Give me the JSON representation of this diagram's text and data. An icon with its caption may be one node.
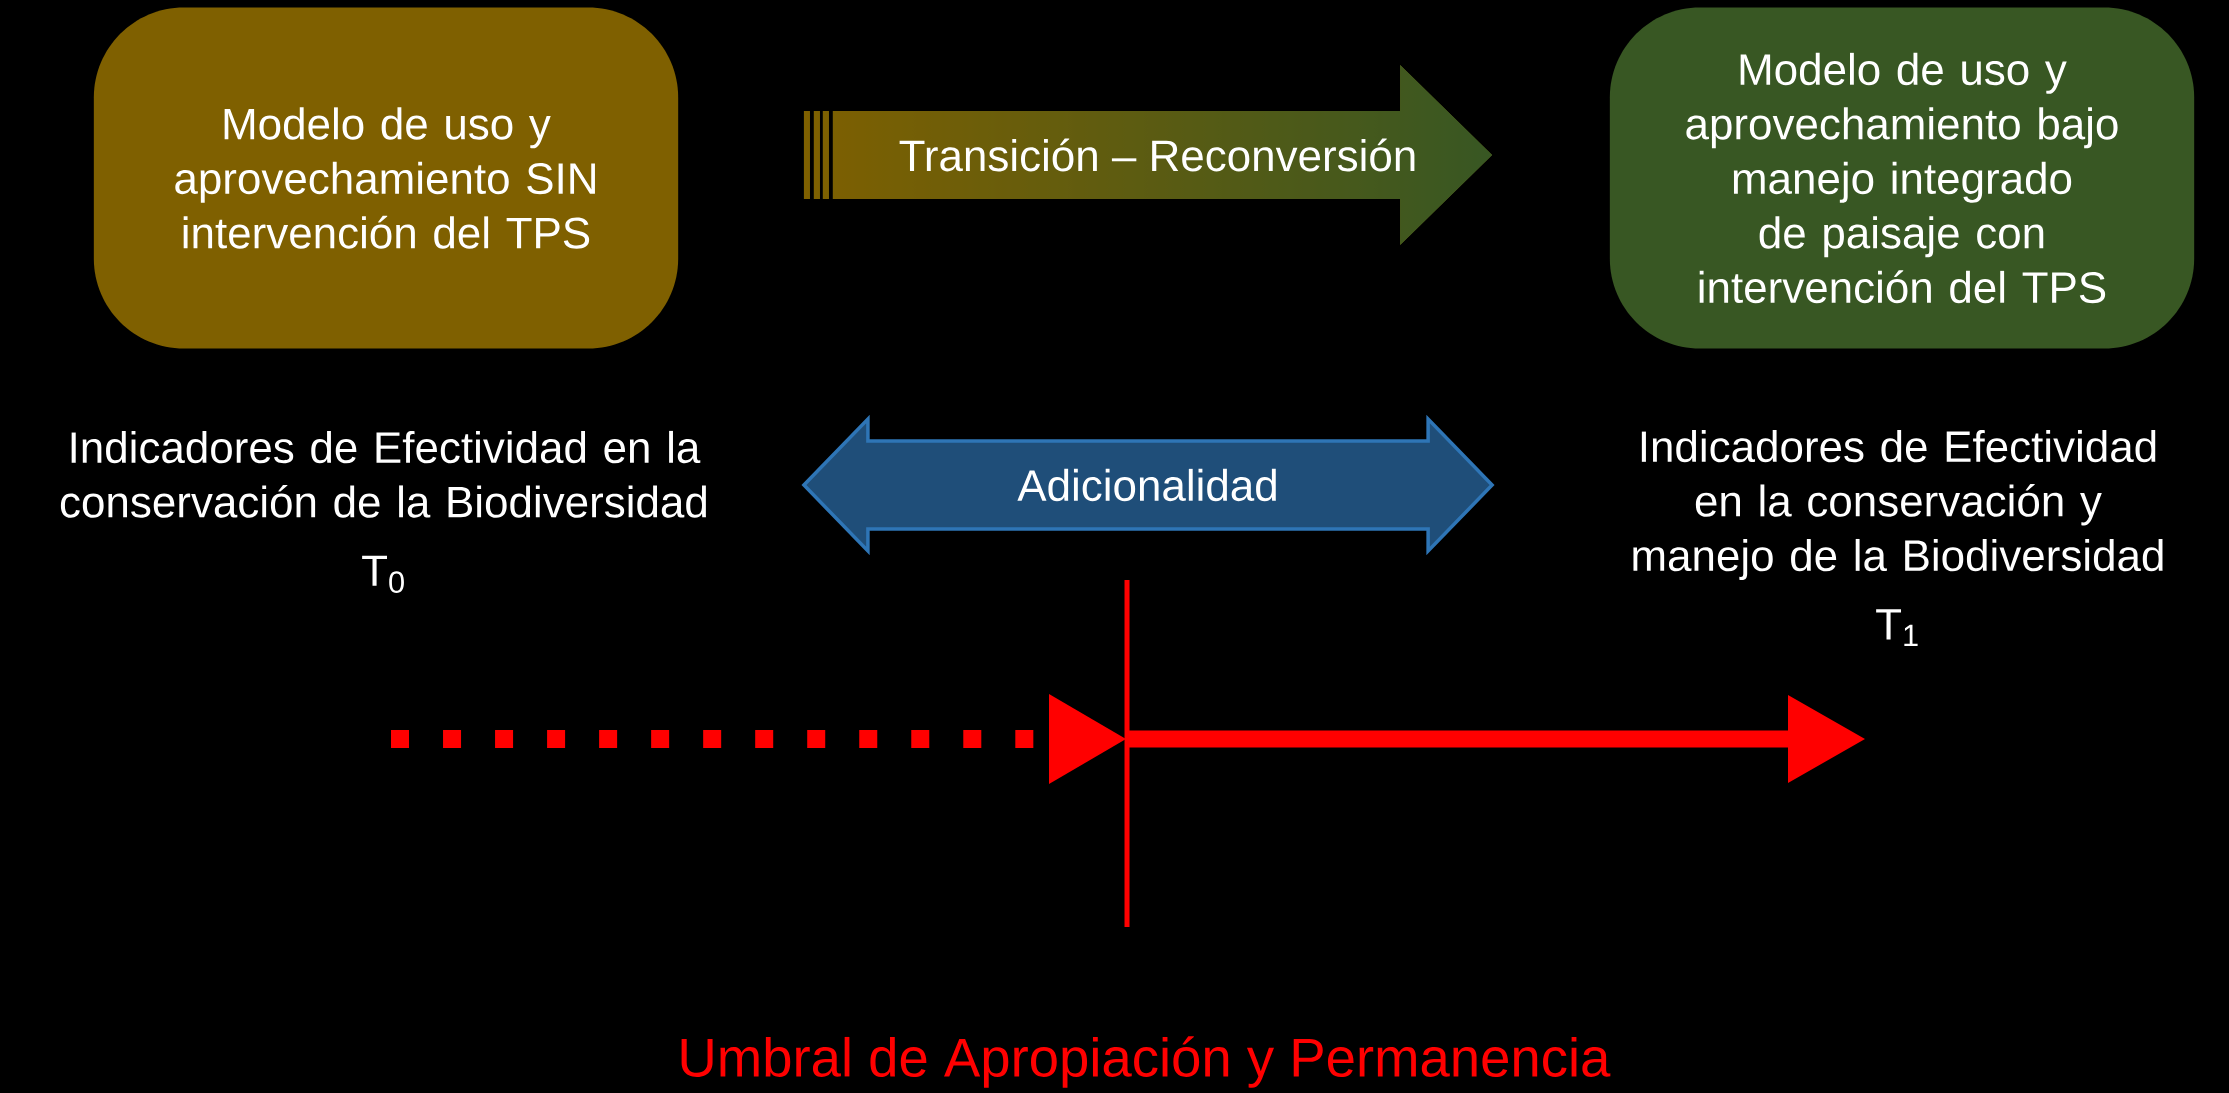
{
  "diagram": {
    "nodes": [
      {
        "text": [
          "Modelo de uso y aprovechamiento SIN intervención del TPS"
        ]
      },
      {
        "text": [
          "Modelo de uso y aprovechamiento bajo manejo integrado de paisaje con intervención del TPS"
        ]
      },
      {
        "text": [
          "Indicadores de Efectividad en la conservación de la Biodiversidad",
          "T$_{0}$"
        ]
      },
      {
        "text": [
          "Indicadores de Efectividad en la conservación y manejo de la Biodiversidad",
          "T$_{1}$"
        ]
      }
    ],
    "edges": [
      {
        "from": 0,
        "to": 1,
        "arrow": "to",
        "label": "Transición – Reconversión"
      },
      {
        "from": 2,
        "to": 3,
        "arrow": "both",
        "label": "Adicionalidad"
      }
    ],
    "labels": [
      "Umbral de Apropiación y Permanencia"
    ]
  }
}
